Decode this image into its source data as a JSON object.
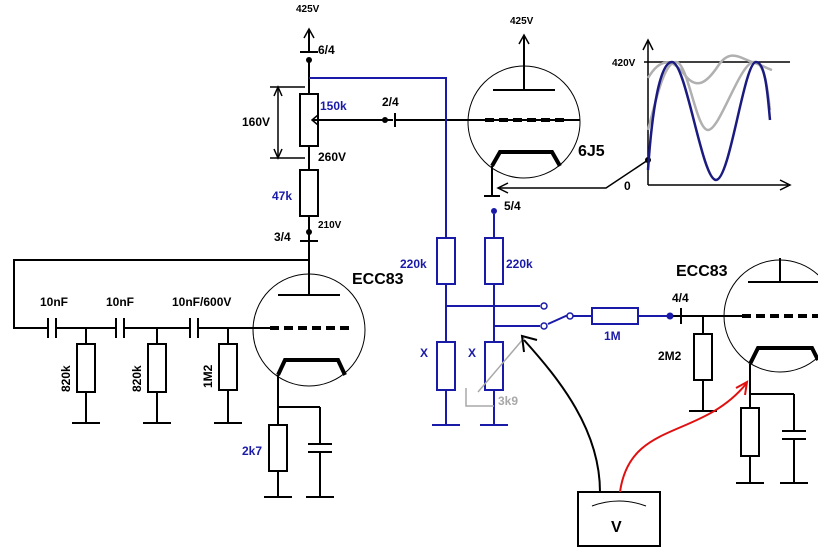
{
  "colors": {
    "wire": "#000000",
    "blue": "#1a1aa8",
    "grey": "#a8a8a8",
    "red": "#e01010",
    "wave_dark": "#1a1a80",
    "wave_light": "#b0b0b0"
  },
  "supply": {
    "left_volt": "425V",
    "left_pin": "6/4",
    "right_volt": "425V"
  },
  "divider": {
    "pot": "150k",
    "pot_pin": "2/4",
    "span_volt": "160V",
    "node_volt": "260V",
    "resistor": "47k",
    "node2_volt": "210V",
    "anode_pin": "3/4"
  },
  "tube_left": {
    "name": "ECC83"
  },
  "tube_eye": {
    "name": "6J5",
    "cathode_pin": "5/4"
  },
  "tube_right": {
    "name": "ECC83",
    "grid_pin": "4/4"
  },
  "rc_network": {
    "caps": [
      "10nF",
      "10nF",
      "10nF/600V"
    ],
    "resistors": [
      "820k",
      "820k",
      "1M2"
    ]
  },
  "cathode_resistor": "2k7",
  "bridge": {
    "r_left": "220k",
    "r_right": "220k",
    "x_left": "X",
    "x_right": "X",
    "trim": "3k9",
    "series": "1M"
  },
  "grid_resistor": "2M2",
  "meter": {
    "label": "V"
  },
  "waveform": {
    "top_label": "420V",
    "zero_label": "0"
  }
}
